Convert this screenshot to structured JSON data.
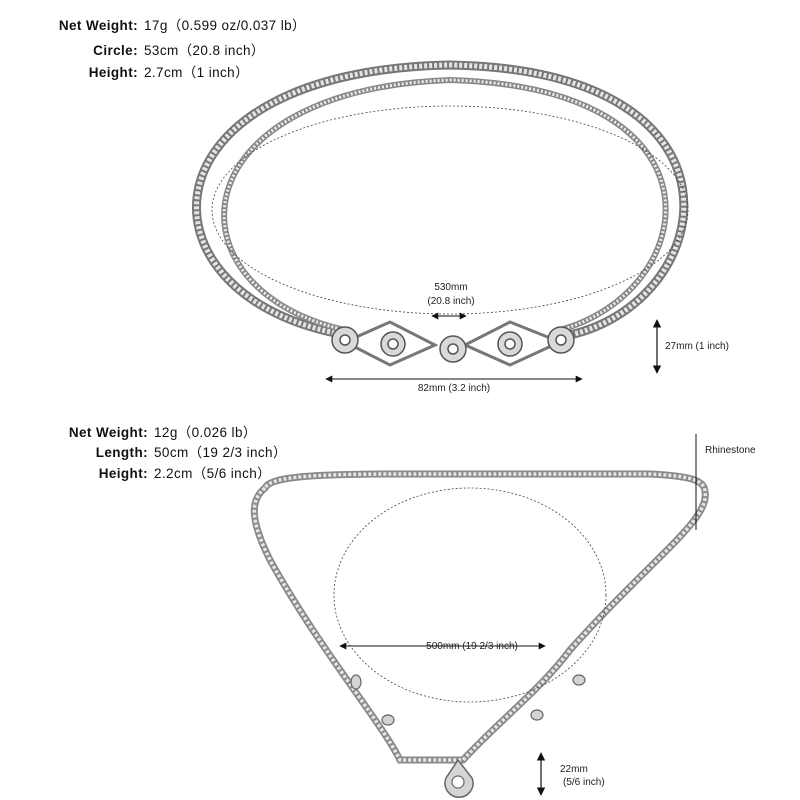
{
  "product1": {
    "specs": [
      {
        "label": "Net Weight:",
        "value": "17g（0.599 oz/0.037 lb）"
      },
      {
        "label": "Circle:",
        "value": "53cm（20.8 inch）"
      },
      {
        "label": "Height:",
        "value": "2.7cm（1 inch）"
      }
    ],
    "dims": {
      "circle_mm": "530mm",
      "circle_in": "(20.8 inch)",
      "width": "82mm (3.2 inch)",
      "height": "27mm (1 inch)"
    }
  },
  "product2": {
    "specs": [
      {
        "label": "Net Weight:",
        "value": "12g（0.026 lb）"
      },
      {
        "label": "Length:",
        "value": "50cm（19 2/3 inch）"
      },
      {
        "label": "Height:",
        "value": "2.2cm（5/6  inch）"
      }
    ],
    "dims": {
      "rhinestone": "Rhinestone",
      "length": "500mm (19 2/3 inch)",
      "height_mm": "22mm",
      "height_in": "(5/6 inch)"
    }
  }
}
